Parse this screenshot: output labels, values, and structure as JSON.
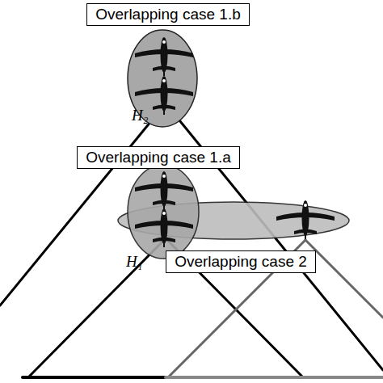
{
  "diagram": {
    "nodes": [
      {
        "text": [
          "Overlapping case 1.b"
        ]
      },
      {
        "text": [
          "Overlapping case 1.a"
        ]
      },
      {
        "text": [
          "Overlapping case 2"
        ]
      }
    ],
    "labels": [
      "H₂",
      "H₁"
    ]
  }
}
